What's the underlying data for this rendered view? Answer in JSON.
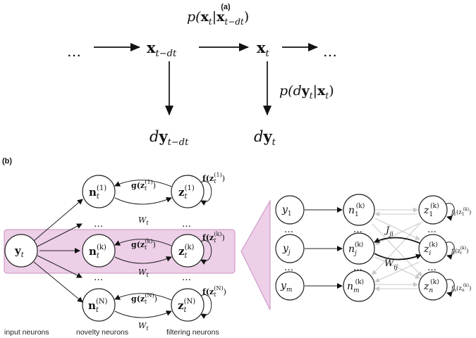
{
  "panel_a": {
    "label": "(a)",
    "ellipsis": "…",
    "transition_label": {
      "p": "p(",
      "x": "x",
      "sub_t": "t",
      "bar": "|",
      "x2": "x",
      "sub_tdt": "t−dt",
      "close": ")"
    },
    "emission_label": {
      "p": "p(",
      "d": "d",
      "y": "y",
      "sub": "t",
      "bar": "|",
      "x": "x",
      "sub2": "t",
      "close": ")"
    },
    "state_prev": {
      "base": "x",
      "sub": "t−dt"
    },
    "state_cur": {
      "base": "x",
      "sub": "t"
    },
    "obs_prev": {
      "d": "d",
      "base": "y",
      "sub": "t−dt"
    },
    "obs_cur": {
      "d": "d",
      "base": "y",
      "sub": "t"
    }
  },
  "panel_b": {
    "label": "(b)",
    "input": {
      "base": "y",
      "sub": "t"
    },
    "novelty": [
      {
        "base": "n",
        "sub": "t",
        "sup": "(1)"
      },
      {
        "base": "n",
        "sub": "t",
        "sup": "(k)"
      },
      {
        "base": "n",
        "sub": "t",
        "sup": "(N)"
      }
    ],
    "filtering": [
      {
        "base": "z",
        "sub": "t",
        "sup": "(1)"
      },
      {
        "base": "z",
        "sub": "t",
        "sup": "(k)"
      },
      {
        "base": "z",
        "sub": "t",
        "sup": "(N)"
      }
    ],
    "g_labels": [
      {
        "g": "g(z",
        "sub": "t",
        "sup": "(1)",
        "close": ")"
      },
      {
        "g": "g(z",
        "sub": "t",
        "sup": "(k)",
        "close": ")"
      },
      {
        "g": "g(z",
        "sub": "t",
        "sup": "(N)",
        "close": ")"
      }
    ],
    "f_labels": [
      {
        "f": "f(z",
        "sub": "t",
        "sup": "(1)",
        "close": ")"
      },
      {
        "f": "f(z",
        "sub": "t",
        "sup": "(k)",
        "close": ")"
      },
      {
        "f": "f(z",
        "sub": "t",
        "sup": "(N)",
        "close": ")"
      }
    ],
    "w_label": {
      "base": "W",
      "sub": "t"
    },
    "dots": "…",
    "vdots": "⋮",
    "captions": {
      "input": "input neurons",
      "novelty": "novelty neurons",
      "filtering": "filtering neurons"
    }
  },
  "detail": {
    "inputs": [
      {
        "base": "y",
        "sub": "1"
      },
      {
        "base": "y",
        "sub": "j"
      },
      {
        "base": "y",
        "sub": "m"
      }
    ],
    "novelty": [
      {
        "base": "n",
        "sub": "1",
        "sup": "(k)"
      },
      {
        "base": "n",
        "sub": "j",
        "sup": "(k)"
      },
      {
        "base": "n",
        "sub": "m",
        "sup": "(k)"
      }
    ],
    "filtering": [
      {
        "base": "z",
        "sub": "1",
        "sup": "(k)"
      },
      {
        "base": "z",
        "sub": "i",
        "sup": "(k)"
      },
      {
        "base": "z",
        "sub": "n",
        "sup": "(k)"
      }
    ],
    "f_labels": [
      {
        "f": "f",
        "fsub": "1",
        "arg": "(z",
        "asub": "1",
        "asup": "(k)",
        "close": ")"
      },
      {
        "f": "f",
        "fsub": "i",
        "arg": "(z",
        "asub": "i",
        "asup": "(k)",
        "close": ")"
      },
      {
        "f": "f",
        "fsub": "n",
        "arg": "(z",
        "asub": "n",
        "asup": "(k)",
        "close": ")"
      }
    ],
    "J_label": {
      "base": "J",
      "sub": "ji"
    },
    "W_label": {
      "base": "W",
      "sub": "ij"
    }
  },
  "colors": {
    "highlight": "#edcfe8",
    "highlight_stroke": "#c98fbf",
    "grey_edge": "#c8c8c8"
  }
}
